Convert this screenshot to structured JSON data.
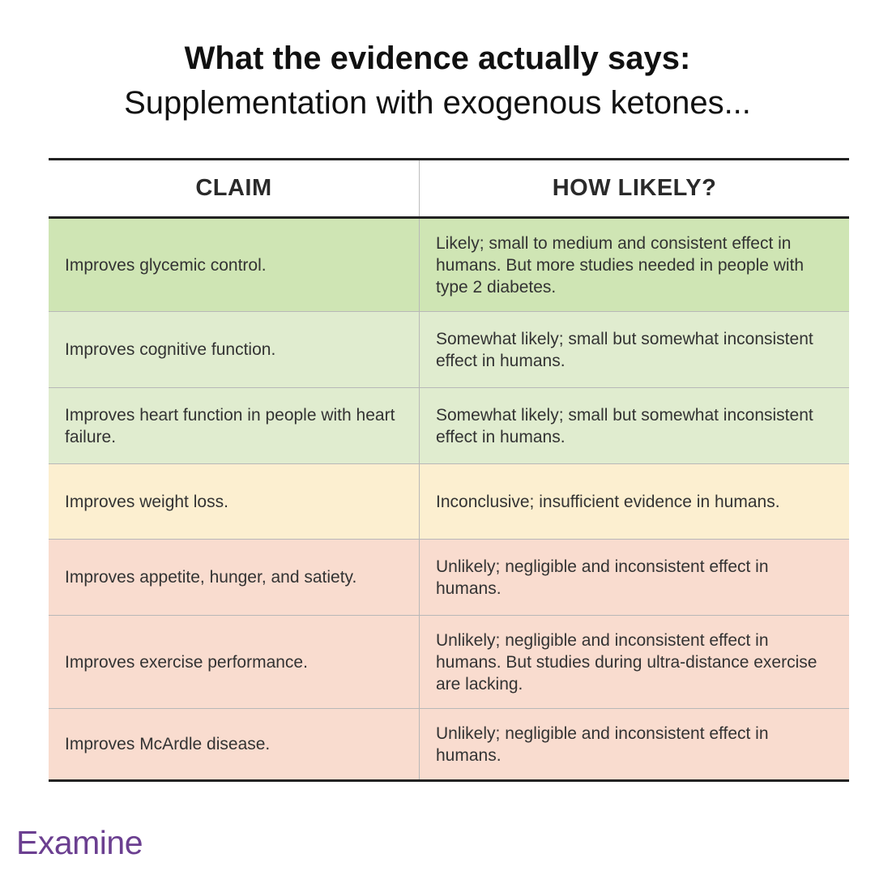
{
  "header": {
    "title": "What the evidence actually says:",
    "subtitle": "Supplementation with exogenous ketones..."
  },
  "table": {
    "columns": [
      "CLAIM",
      "HOW LIKELY?"
    ],
    "rows": [
      {
        "claim": "Improves glycemic control.",
        "likelihood": "Likely; small to medium and consistent effect in humans. But more studies needed in people with type 2 diabetes.",
        "rating": "likely",
        "color": "#cfe5b4"
      },
      {
        "claim": "Improves cognitive function.",
        "likelihood": "Somewhat likely; small but somewhat inconsistent effect in humans.",
        "rating": "somewhat likely",
        "color": "#e0eccf"
      },
      {
        "claim": "Improves heart function in people with heart failure.",
        "likelihood": "Somewhat likely; small but somewhat inconsistent effect in humans.",
        "rating": "somewhat likely",
        "color": "#e0eccf"
      },
      {
        "claim": "Improves weight loss.",
        "likelihood": "Inconclusive; insufficient evidence in humans.",
        "rating": "inconclusive",
        "color": "#fcefd0"
      },
      {
        "claim": "Improves appetite, hunger, and satiety.",
        "likelihood": "Unlikely; negligible and inconsistent effect in humans.",
        "rating": "unlikely",
        "color": "#f9dccf"
      },
      {
        "claim": "Improves exercise performance.",
        "likelihood": "Unlikely; negligible and inconsistent effect in humans. But studies during ultra-distance exercise are lacking.",
        "rating": "unlikely",
        "color": "#f9dccf"
      },
      {
        "claim": "Improves McArdle disease.",
        "likelihood": "Unlikely; negligible and inconsistent effect in humans.",
        "rating": "unlikely",
        "color": "#f9dccf"
      }
    ]
  },
  "brand": {
    "logo_text": "Examine",
    "color": "#6b3f90"
  }
}
